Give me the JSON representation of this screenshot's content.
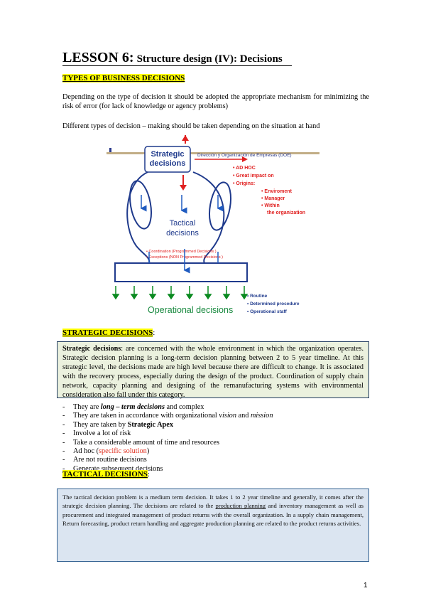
{
  "header": {
    "lesson_label": "LESSON 6:",
    "lesson_subtitle": "Structure design (IV): Decisions"
  },
  "section1": {
    "heading": "TYPES OF BUSINESS DECISIONS",
    "para1": "Depending on the type of decision it should be adopted the appropriate mechanism for minimizing the risk of error (for lack of knowledge or agency problems)",
    "para2": "Different types of decision – making should be taken depending on the situation at hand"
  },
  "diagram": {
    "header_text": "Dirección y Organización de Empresas (DOE)",
    "strategic_line1": "Strategic",
    "strategic_line2": "decisions",
    "tactical_line1": "Tactical",
    "tactical_line2": "decisions",
    "operational": "Operational decisions",
    "coordination": "• Coordination (Programmed Decisions )",
    "exceptions": "• Exceptions (NON Programmed Decisions )",
    "strategic_notes": [
      "• AD HOC",
      "• Great impact on",
      "• Origins:",
      "• Enviroment",
      "• Manager",
      "• Within",
      "the organization"
    ],
    "operational_notes": [
      "• Routine",
      "• Determined procedure",
      "• Operational staff"
    ]
  },
  "section2": {
    "heading": "STRATEGIC DECISIONS",
    "heading_suffix": ":",
    "box_lead": "Strategic decisions",
    "box_text": ": are concerned with the whole environment in which the organization operates. Strategic decision planning is a long-term decision planning between 2 to 5 year timeline. At this strategic level, the decisions made are high level because there are difficult to change. It is associated with the recovery process, especially during the design of the product. Coordination of supply chain network, capacity planning and designing of the remanufacturing systems with environmental consideration also fall under this category.",
    "bullets": {
      "b1_pre": "They are ",
      "b1_em": "long – term decisions",
      "b1_post": " and complex",
      "b2_pre": "They are taken in accordance with organizational ",
      "b2_em1": "vision",
      "b2_mid": " and ",
      "b2_em2": "mission",
      "b3_pre": "They are taken by ",
      "b3_strong": "Strategic Apex",
      "b4": "Involve a lot of risk",
      "b5": "Take a considerable amount of time and resources",
      "b6_pre": "Ad hoc (",
      "b6_red": "specific solution",
      "b6_post": ")",
      "b7": "Are not routine decisions",
      "b8": "Generate subsequent decisions"
    }
  },
  "section3": {
    "heading": "TACTICAL DECISIONS",
    "heading_suffix": ":",
    "box_pre": "The tactical decision problem is a medium term decision. It takes 1 to 2 year timeline and generally, it comes after the strategic decision planning. The decisions are related to the ",
    "box_link": "production planning",
    "box_post": " and inventory management as well as procurement and integrated management of product returns with the overall organization. In a supply chain management, Return forecasting, product return handling and aggregate production planning are related to the product returns activities."
  },
  "footer": {
    "page_number": "1"
  }
}
